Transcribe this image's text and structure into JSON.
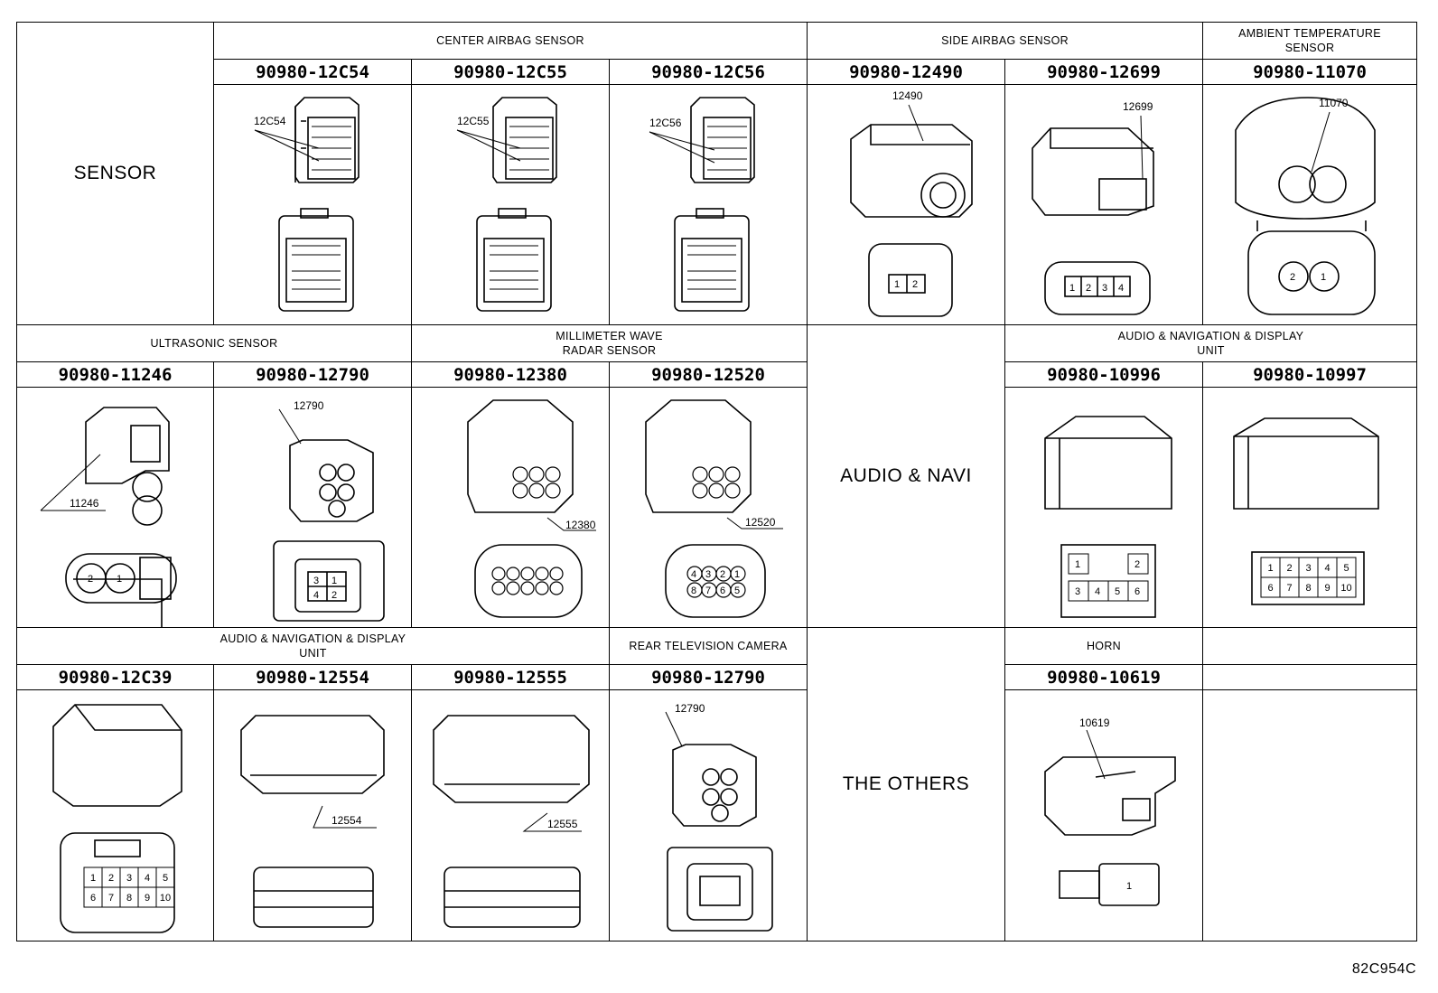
{
  "sections": {
    "sensor": "SENSOR",
    "audio_navi": "AUDIO & NAVI",
    "others": "THE OTHERS"
  },
  "groups": {
    "center_airbag": "CENTER AIRBAG SENSOR",
    "side_airbag": "SIDE AIRBAG SENSOR",
    "ambient_temp": "AMBIENT TEMPERATURE\nSENSOR",
    "ultrasonic": "ULTRASONIC SENSOR",
    "mmwave": "MILLIMETER WAVE\nRADAR SENSOR",
    "audio_nav_unit_1": "AUDIO & NAVIGATION & DISPLAY\nUNIT",
    "audio_nav_unit_2": "AUDIO & NAVIGATION & DISPLAY\nUNIT",
    "rear_tv_camera": "REAR TELEVISION CAMERA",
    "horn": "HORN"
  },
  "connectors": [
    {
      "part": "90980-12C54",
      "label": "12C54",
      "pins": []
    },
    {
      "part": "90980-12C55",
      "label": "12C55",
      "pins": []
    },
    {
      "part": "90980-12C56",
      "label": "12C56",
      "pins": []
    },
    {
      "part": "90980-12490",
      "label": "12490",
      "pins": [
        "1",
        "2"
      ]
    },
    {
      "part": "90980-12699",
      "label": "12699",
      "pins": [
        "1",
        "2",
        "3",
        "4"
      ]
    },
    {
      "part": "90980-11070",
      "label": "11070",
      "pins": [
        "2",
        "1"
      ]
    },
    {
      "part": "90980-11246",
      "label": "11246",
      "pins": [
        "2",
        "1"
      ]
    },
    {
      "part": "90980-12790",
      "label": "12790",
      "pins": [
        "3",
        "1",
        "4",
        "2"
      ]
    },
    {
      "part": "90980-12380",
      "label": "12380",
      "pins": []
    },
    {
      "part": "90980-12520",
      "label": "12520",
      "pins": [
        "4",
        "3",
        "2",
        "1",
        "8",
        "7",
        "6",
        "5"
      ]
    },
    {
      "part": "90980-10996",
      "label": "",
      "pins": [
        "1",
        "2",
        "3",
        "4",
        "5",
        "6"
      ]
    },
    {
      "part": "90980-10997",
      "label": "",
      "pins": [
        "1",
        "2",
        "3",
        "4",
        "5",
        "6",
        "7",
        "8",
        "9",
        "10"
      ]
    },
    {
      "part": "90980-12C39",
      "label": "",
      "pins": [
        "1",
        "2",
        "3",
        "4",
        "5",
        "6",
        "7",
        "8",
        "9",
        "10"
      ]
    },
    {
      "part": "90980-12554",
      "label": "12554",
      "pins": []
    },
    {
      "part": "90980-12555",
      "label": "12555",
      "pins": []
    },
    {
      "part": "90980-12790",
      "label": "12790",
      "pins": []
    },
    {
      "part": "90980-10619",
      "label": "10619",
      "pins": [
        "1"
      ]
    }
  ],
  "figure_code": "82C954C"
}
